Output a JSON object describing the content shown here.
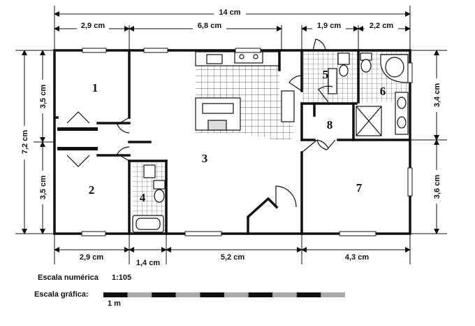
{
  "dimensions": {
    "top_total": "14 cm",
    "top_segments": [
      "2,9 cm",
      "6,8 cm",
      "1,9 cm",
      "2,2 cm"
    ],
    "bottom_segments": [
      "2,9 cm",
      "1,4 cm",
      "5,2 cm",
      "4,3 cm"
    ],
    "left_total": "7,2 cm",
    "left_segments": [
      "3,5 cm",
      "3,5 cm"
    ],
    "right_segments": [
      "3,4 cm",
      "3,6 cm"
    ]
  },
  "rooms": [
    "1",
    "2",
    "3",
    "4",
    "5",
    "6",
    "7",
    "8"
  ],
  "scale": {
    "numeric_label": "Escala numérica",
    "numeric_value": "1:105",
    "graphic_label": "Escala gráfica:",
    "unit_label": "1 m",
    "bar_colors": [
      "#111111",
      "#aaaaaa"
    ]
  }
}
